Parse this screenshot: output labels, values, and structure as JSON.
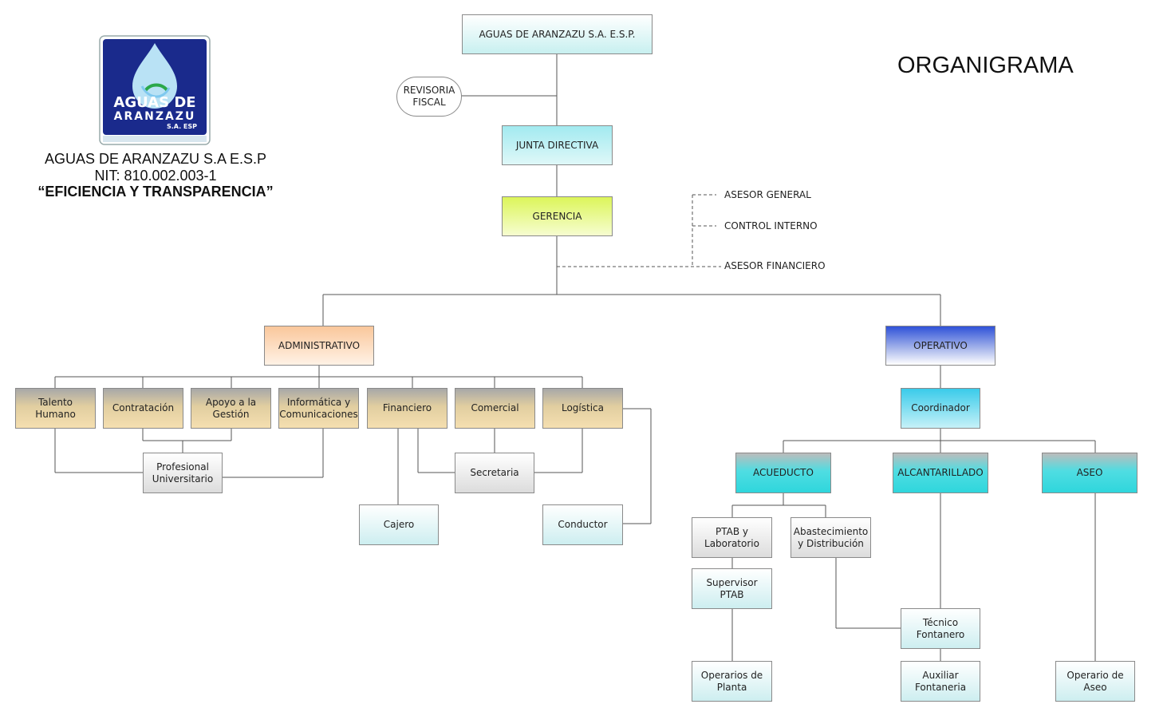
{
  "header": {
    "title": "ORGANIGRAMA",
    "company_name": "AGUAS DE ARANZAZU S.A E.S.P",
    "nit": "NIT: 810.002.003-1",
    "slogan": "“EFICIENCIA Y TRANSPARENCIA”"
  },
  "logo": {
    "line1": "AGUAS DE",
    "line2": "ARANZAZU",
    "line3": "S.A. ESP",
    "icon": "water-drop-icon",
    "colors": {
      "navy": "#1a2a8c",
      "aqua": "#9fd6f0"
    }
  },
  "org": {
    "company": "AGUAS DE ARANZAZU S.A. E.S.P.",
    "revisoria": "REVISORIA FISCAL",
    "junta": "JUNTA DIRECTIVA",
    "gerencia": "GERENCIA",
    "asesores": [
      "ASESOR GENERAL",
      "CONTROL INTERNO",
      "ASESOR FINANCIERO"
    ],
    "administrativo": "ADMINISTRATIVO",
    "operativo": "OPERATIVO",
    "admin_units": [
      "Talento Humano",
      "Contratación",
      "Apoyo a la Gestión",
      "Informática y Comunicaciones",
      "Financiero",
      "Comercial",
      "Logística"
    ],
    "profesional": "Profesional Universitario",
    "secretaria": "Secretaria",
    "cajero": "Cajero",
    "conductor": "Conductor",
    "coordinador": "Coordinador",
    "acueducto": "ACUEDUCTO",
    "alcantarillado": "ALCANTARILLADO",
    "aseo": "ASEO",
    "ptab": "PTAB y Laboratorio",
    "abastecimiento": "Abastecimiento y Distribución",
    "supervisor": "Supervisor PTAB",
    "tecnico": "Técnico Fontanero",
    "operarios_planta": "Operarios de Planta",
    "auxiliar": "Auxiliar Fontaneria",
    "operario_aseo": "Operario de Aseo"
  }
}
